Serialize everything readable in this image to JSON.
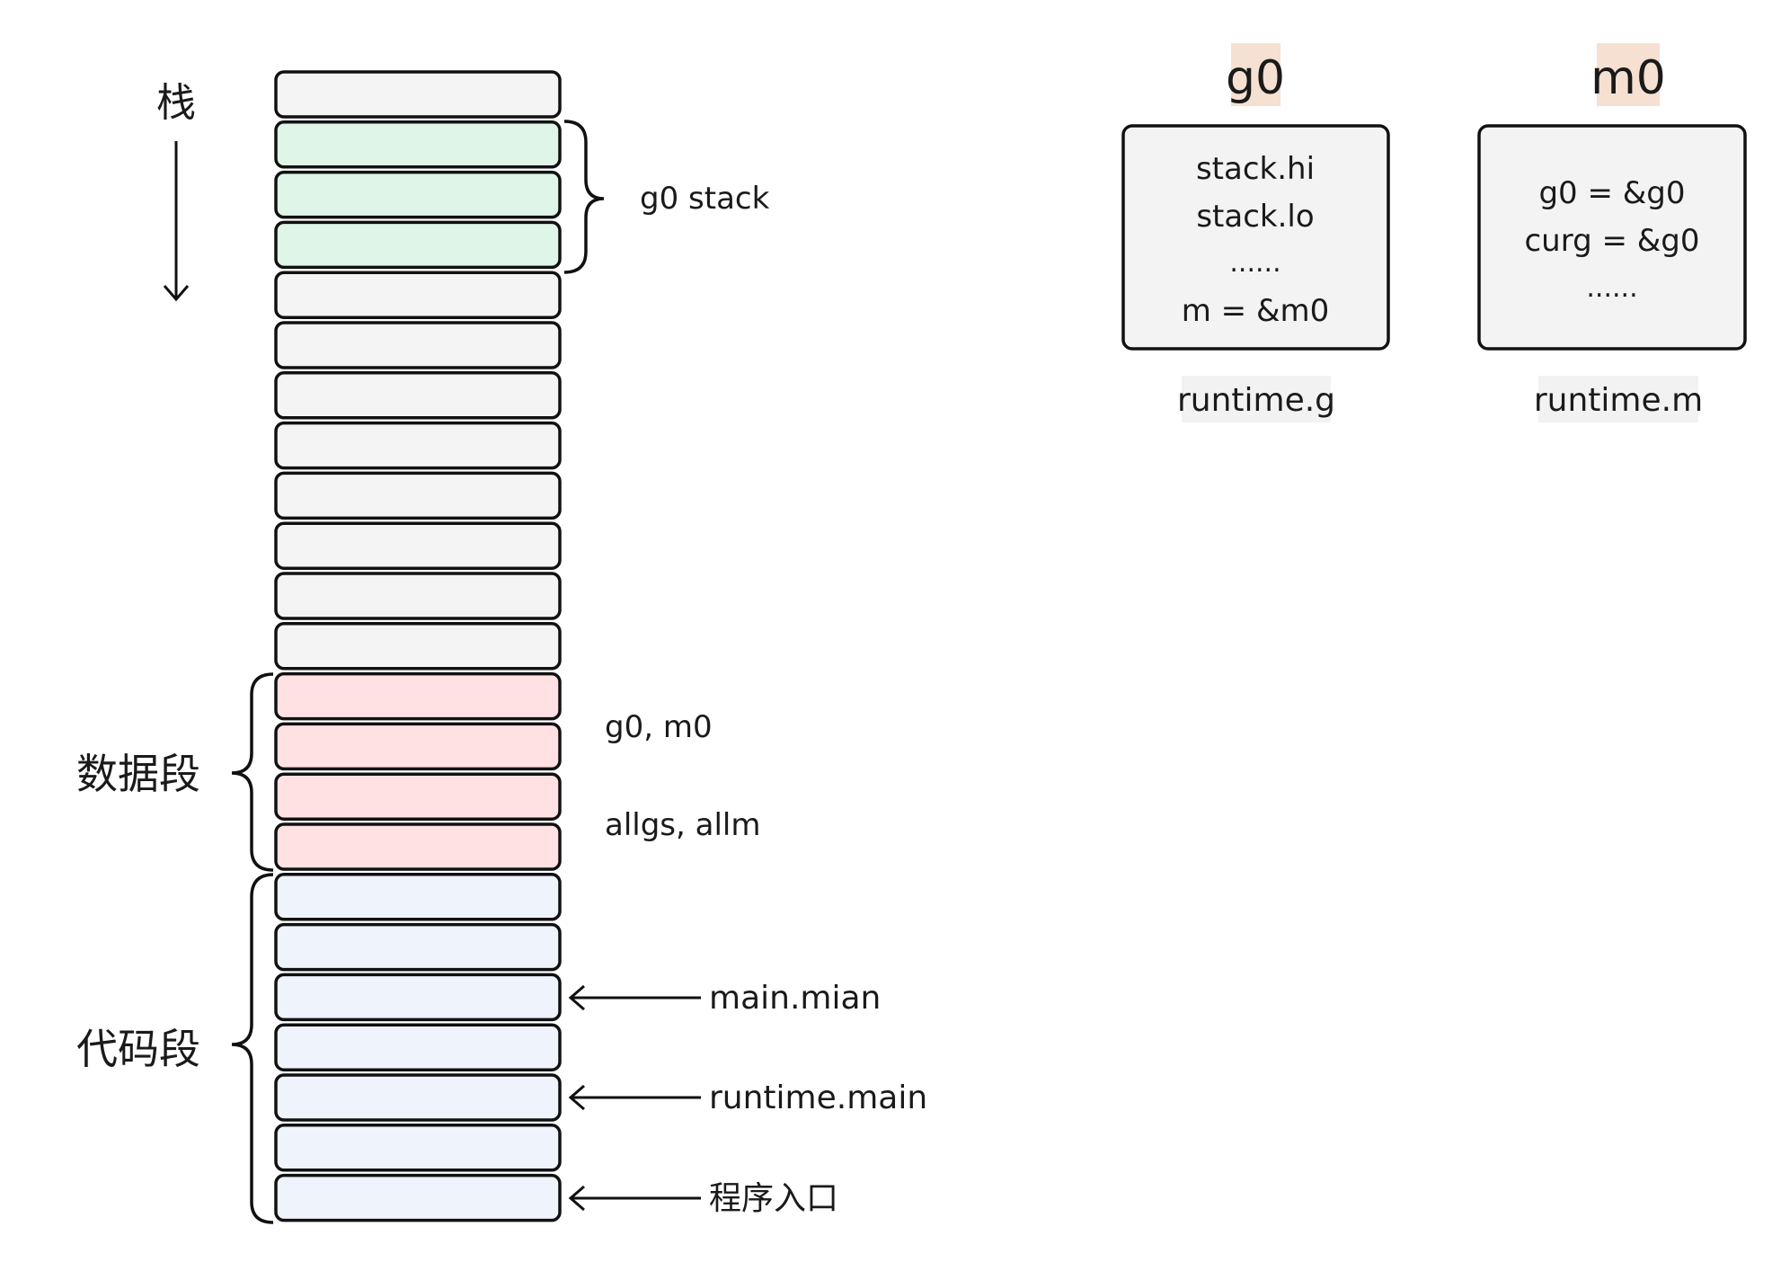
{
  "colors": {
    "stack_cell": "#f4f4f4",
    "g0_stack_cell": "#dff5e7",
    "data_cell": "#ffe1e3",
    "code_cell": "#eef3fc",
    "struct_box": "#f3f3f3",
    "title_highlight": "#f5e0d2",
    "caption_bg": "#f2f2f2",
    "stroke": "#111111"
  },
  "memory": {
    "segments": [
      {
        "kind": "stack",
        "count": 1
      },
      {
        "kind": "g0_stack",
        "count": 3
      },
      {
        "kind": "stack",
        "count": 8
      },
      {
        "kind": "data",
        "count": 4
      },
      {
        "kind": "code",
        "count": 7
      }
    ],
    "stack_label": "栈",
    "g0_stack_label": "g0 stack",
    "data_label": "数据段",
    "code_label": "代码段",
    "data_notes": [
      "g0, m0",
      "allgs, allm"
    ],
    "code_pointers": [
      "main.mian",
      "runtime.main",
      "程序入口"
    ]
  },
  "structs": [
    {
      "title": "g0",
      "fields": [
        "stack.hi",
        "stack.lo",
        "......",
        "m = &m0"
      ],
      "type_name": "runtime.g"
    },
    {
      "title": "m0",
      "fields": [
        "g0 = &g0",
        "curg = &g0",
        "......"
      ],
      "type_name": "runtime.m"
    }
  ]
}
